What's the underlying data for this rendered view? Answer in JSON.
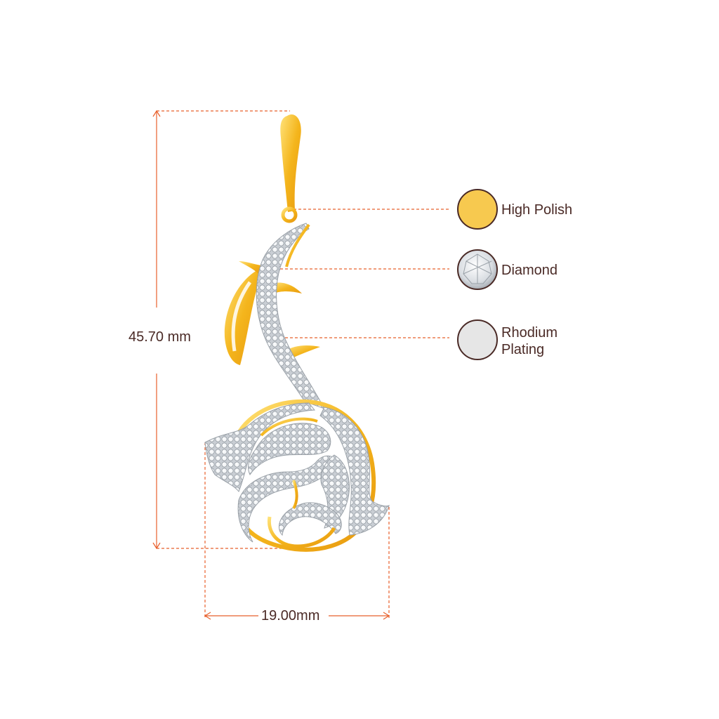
{
  "dimensions": {
    "height_label": "45.70 mm",
    "width_label": "19.00mm"
  },
  "legend": [
    {
      "label": "High Polish",
      "icon": "gold-swatch-icon",
      "color": "#f7c94f"
    },
    {
      "label": "Diamond",
      "icon": "diamond-swatch-icon",
      "color": "#e9ecef"
    },
    {
      "label": "Rhodium Plating",
      "icon": "rhodium-swatch-icon",
      "color": "#e6e6e6"
    }
  ],
  "colors": {
    "dimension_line": "#e8602c",
    "swatch_border": "#4a2a26",
    "gold": "#f2b31c",
    "gold_light": "#ffd75a",
    "text": "#4a2a26"
  }
}
